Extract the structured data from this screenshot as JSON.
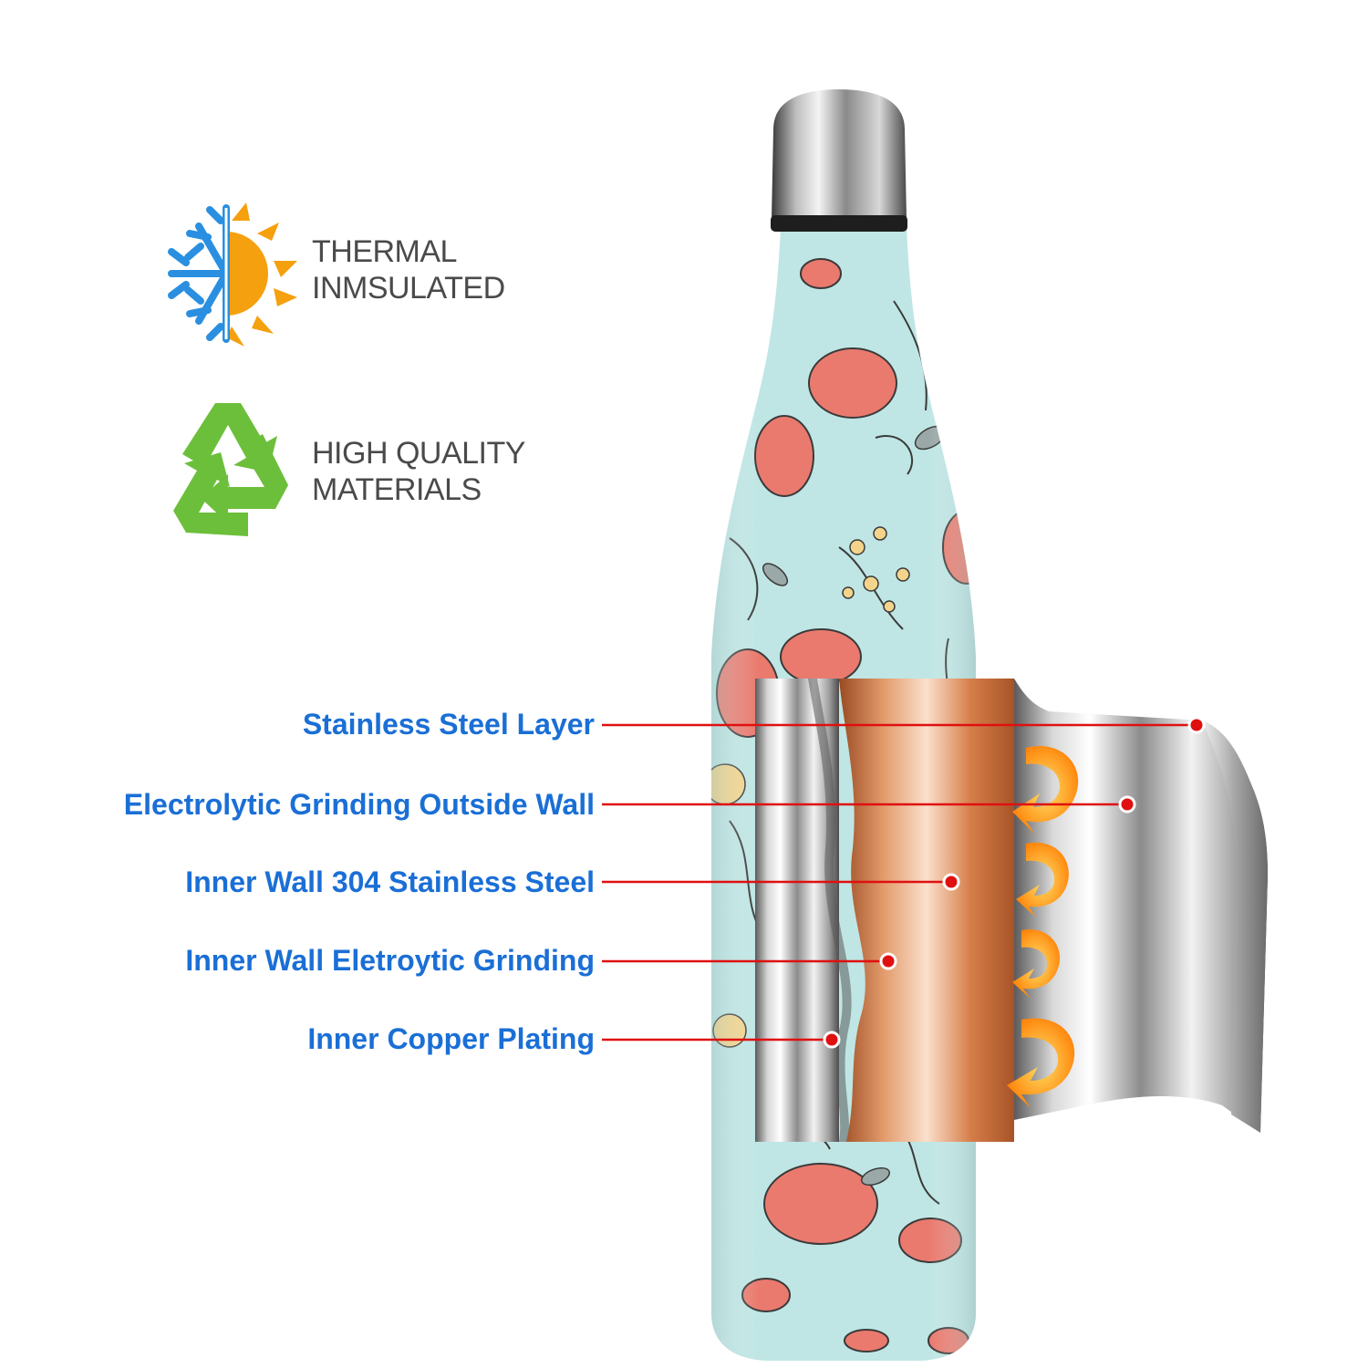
{
  "features": [
    {
      "icon": "snowflake-sun-icon",
      "line1": "THERMAL",
      "line2": "INMSULATED"
    },
    {
      "icon": "recycle-icon",
      "line1": "HIGH QUALITY",
      "line2": "MATERIALS"
    }
  ],
  "layers": [
    {
      "label": "Stainless Steel Layer"
    },
    {
      "label": "Electrolytic Grinding Outside Wall"
    },
    {
      "label": "Inner Wall 304 Stainless Steel"
    },
    {
      "label": "Inner Wall Eletroytic Grinding"
    },
    {
      "label": "Inner Copper Plating"
    }
  ],
  "colors": {
    "label_blue": "#1a6fd6",
    "leader_red": "#e01010",
    "bottle_teal": "#bfe6e4",
    "flower_pink": "#ea7a6e",
    "copper": "#c8703e",
    "snow_blue": "#2a8fe0",
    "sun_orange": "#f5a00f",
    "recycle_green": "#6cbf3a",
    "arrow_orange": "#ff9a10"
  }
}
